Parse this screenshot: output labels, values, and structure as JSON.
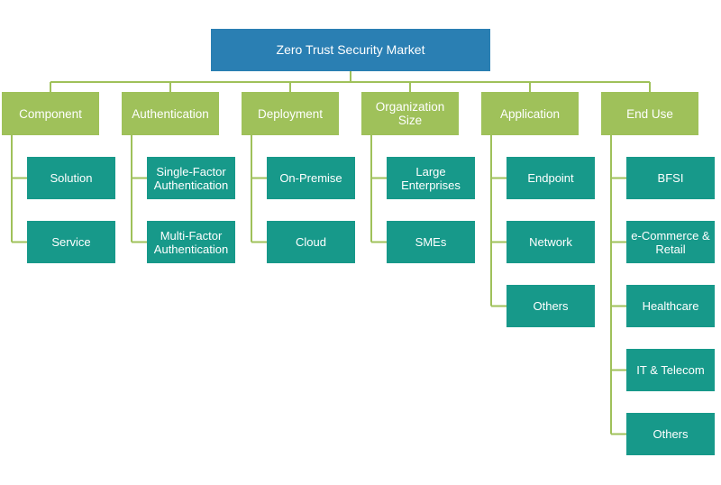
{
  "root": {
    "label": "Zero Trust Security Market"
  },
  "colors": {
    "root": "#2a7fb3",
    "category": "#9fc15a",
    "leaf": "#17998a",
    "line": "#9fc15a"
  },
  "categories": [
    {
      "label": "Component",
      "items": [
        "Solution",
        "Service"
      ]
    },
    {
      "label": "Authentication",
      "items": [
        "Single-Factor Authentication",
        "Multi-Factor Authentication"
      ]
    },
    {
      "label": "Deployment",
      "items": [
        "On-Premise",
        "Cloud"
      ]
    },
    {
      "label": "Organization Size",
      "items": [
        "Large Enterprises",
        "SMEs"
      ]
    },
    {
      "label": "Application",
      "items": [
        "Endpoint",
        "Network",
        "Others"
      ]
    },
    {
      "label": "End Use",
      "items": [
        "BFSI",
        "e-Commerce & Retail",
        "Healthcare",
        "IT & Telecom",
        "Others"
      ]
    }
  ]
}
